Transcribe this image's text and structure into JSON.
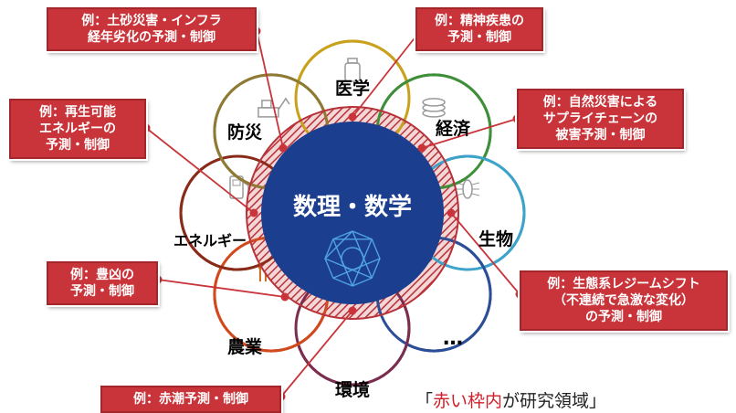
{
  "center": {
    "title": "数理・数学"
  },
  "nodes": [
    {
      "label": "医学",
      "color": "#c9a11c",
      "icon": "medicine-bottle-icon"
    },
    {
      "label": "経済",
      "color": "#3f8f3a",
      "icon": "coins-icon"
    },
    {
      "label": "生物",
      "color": "#3da3c9",
      "icon": "insect-icon"
    },
    {
      "label": "…",
      "color": "#2c4e97",
      "icon": ""
    },
    {
      "label": "環境",
      "color": "#7b2d4e",
      "icon": "tree-icon"
    },
    {
      "label": "農業",
      "color": "#d14a1e",
      "icon": "wheat-icon"
    },
    {
      "label": "エネルギー",
      "color": "#8a2a18",
      "icon": "fuel-pump-icon"
    },
    {
      "label": "防災",
      "color": "#8e7a33",
      "icon": "excavator-icon"
    }
  ],
  "callouts": [
    {
      "lines": [
        "例：土砂災害・インフラ",
        "経年劣化の予測・制御"
      ]
    },
    {
      "lines": [
        "例：精神疾患の",
        "予測・制御"
      ]
    },
    {
      "lines": [
        "例：自然災害による",
        "サプライチェーンの",
        "被害予測・制御"
      ]
    },
    {
      "lines": [
        "例：再生可能",
        "エネルギーの",
        "予測・制御"
      ]
    },
    {
      "lines": [
        "例：生態系レジームシフト",
        "（不連続で急激な変化）",
        "の予測・制御"
      ]
    },
    {
      "lines": [
        "例：豊凶の",
        "予測・制御"
      ]
    },
    {
      "lines": [
        "例：赤潮予測・制御"
      ]
    }
  ],
  "caption": {
    "open": "「",
    "highlight": "赤い枠内",
    "rest": "が研究領域」"
  },
  "colors": {
    "core": "#1b3e8f",
    "accent": "#c9343a",
    "hatch": "#b8323a"
  }
}
